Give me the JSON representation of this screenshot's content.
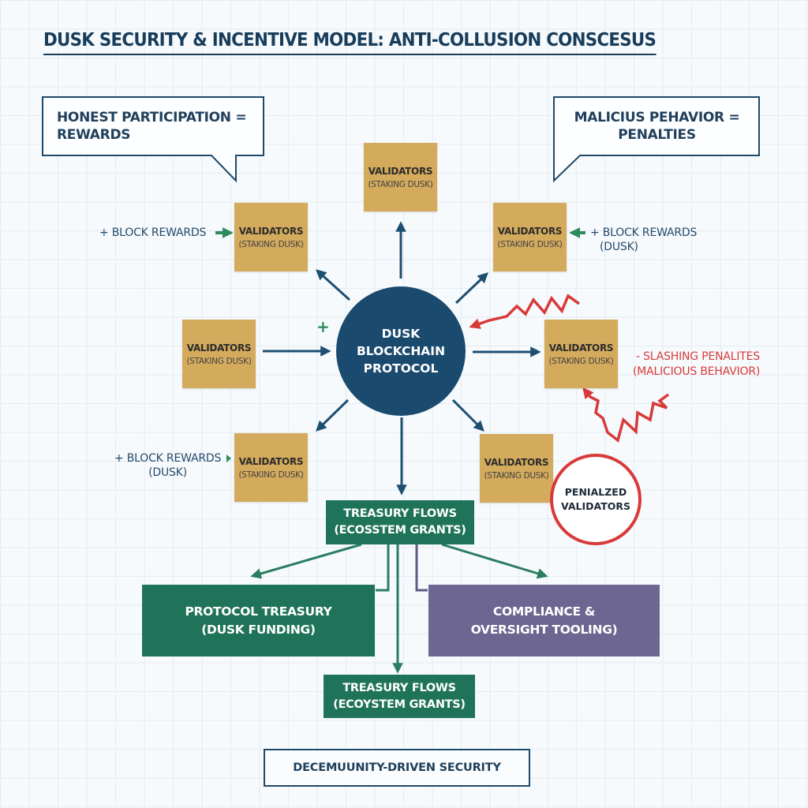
{
  "title": "DUSK SECURITY & INCENTIVE MODEL: ANTI-COLLUSION CONSCESUS",
  "callouts": {
    "honest": {
      "line1": "HONEST PARTICIPATION =",
      "line2": "REWARDS"
    },
    "malicious": {
      "line1": "MALICIUS PEHAVIOR =",
      "line2": "PENALTIES"
    }
  },
  "hub": {
    "line1": "DUSK",
    "line2": "BLOCKCHAIN",
    "line3": "PROTOCOL"
  },
  "validators": [
    {
      "id": "top",
      "title": "VALIDATORS",
      "subtitle": "(STAKING DUSK)"
    },
    {
      "id": "upper-left",
      "title": "VALIDATORS",
      "subtitle": "(STAKING DUSK)"
    },
    {
      "id": "upper-right",
      "title": "VALIDATORS",
      "subtitle": "(STAKING DUSK)"
    },
    {
      "id": "left",
      "title": "VALIDATORS",
      "subtitle": "(STAKING DUSK)"
    },
    {
      "id": "right",
      "title": "VALIDATORS",
      "subtitle": "(STAKING DUSK)"
    },
    {
      "id": "lower-left",
      "title": "VALIDATORS",
      "subtitle": "(STAKING DUSK)"
    },
    {
      "id": "lower-right",
      "title": "VALIDATORS",
      "subtitle": "(STAKING DUSK)"
    }
  ],
  "labels": {
    "reward_upper_left": "+ BLOCK REWARDS",
    "reward_upper_right": {
      "line1": "+ BLOCK REWARDS",
      "line2": "(DUSK)"
    },
    "reward_lower_left": {
      "line1": "+ BLOCK REWARDS",
      "line2": "(DUSK)"
    },
    "plus_sign": "+",
    "slashing": {
      "line1": "- SLASHING PENALITES",
      "line2": "(MALICIOUS BEHAVIOR)"
    }
  },
  "penalized": {
    "line1": "PENIALZED",
    "line2": "VALIDATORS"
  },
  "treasury_top": {
    "line1": "TREASURY FLOWS",
    "line2": "(ECOSSTEM GRANTS)"
  },
  "protocol_treasury": {
    "line1": "PROTOCOL TREASURY",
    "line2": "(DUSK FUNDING)"
  },
  "compliance": {
    "line1": "COMPLIANCE &",
    "line2": "OVERSIGHT TOOLING)"
  },
  "treasury_bottom": {
    "line1": "TREASURY FLOWS",
    "line2": "(ECOYSTEM GRANTS)"
  },
  "footer": "DECEMUUNITY-DRIVEN SECURITY",
  "colors": {
    "navy": "#1a4a6e",
    "gold": "#d4aa5c",
    "green": "#1f7359",
    "purple": "#6c6690",
    "red": "#d83a3a",
    "reward_arrow": "#2e8b5f"
  }
}
